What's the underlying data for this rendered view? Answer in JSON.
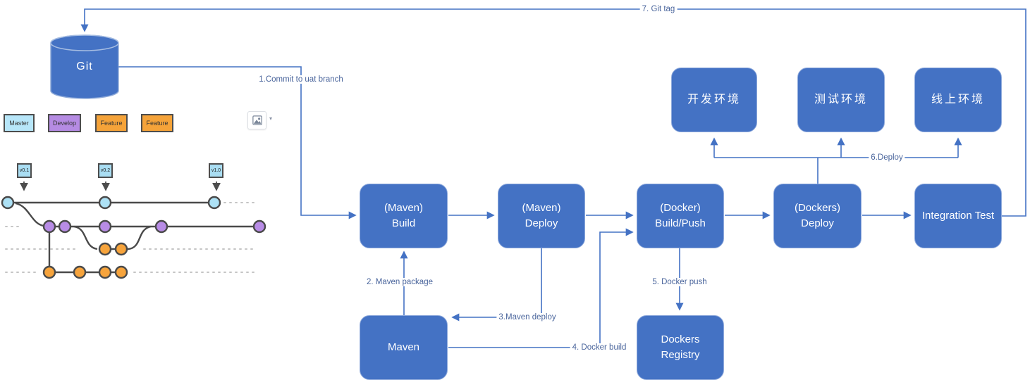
{
  "git": {
    "label": "Git"
  },
  "legend": {
    "items": [
      {
        "label": "Master",
        "color": "#b7e6f9"
      },
      {
        "label": "Develop",
        "color": "#b58be3"
      },
      {
        "label": "Feature",
        "color": "#f5a339"
      },
      {
        "label": "Feature",
        "color": "#f5a339"
      }
    ]
  },
  "tags": {
    "items": [
      {
        "label": "v0.1"
      },
      {
        "label": "v0.2"
      },
      {
        "label": "v1.0"
      }
    ]
  },
  "pipeline": {
    "maven_build": {
      "line1": "(Maven)",
      "line2": "Build"
    },
    "maven_deploy": {
      "line1": "(Maven)",
      "line2": "Deploy"
    },
    "docker_build_push": {
      "line1": "(Docker)",
      "line2": "Build/Push"
    },
    "dockers_deploy": {
      "line1": "(Dockers)",
      "line2": "Deploy"
    },
    "integration_test": {
      "label": "Integration Test"
    },
    "maven": {
      "label": "Maven"
    },
    "dockers_registry": {
      "line1": "Dockers",
      "line2": "Registry"
    }
  },
  "environments": {
    "items": [
      {
        "label": "开发环境"
      },
      {
        "label": "测试环境"
      },
      {
        "label": "线上环境"
      }
    ]
  },
  "edges": {
    "commit": "1.Commit to uat branch",
    "maven_package": "2. Maven package",
    "maven_deploy": "3.Maven deploy",
    "docker_build": "4. Docker build",
    "docker_push": "5. Docker push",
    "deploy": "6.Deploy",
    "git_tag": "7. Git tag"
  },
  "icons": {
    "image_icon": "image-placeholder",
    "caret_down": "▾"
  },
  "colors": {
    "shape_blue": "#4472c4",
    "shape_border": "#8faadc",
    "connector_blue": "#4472c4",
    "edge_label_text": "#4a659c",
    "branch_master": "#ade1f5",
    "branch_develop": "#b88ce6",
    "branch_feature": "#f7a43c",
    "graph_stroke": "#4a4a4a"
  }
}
